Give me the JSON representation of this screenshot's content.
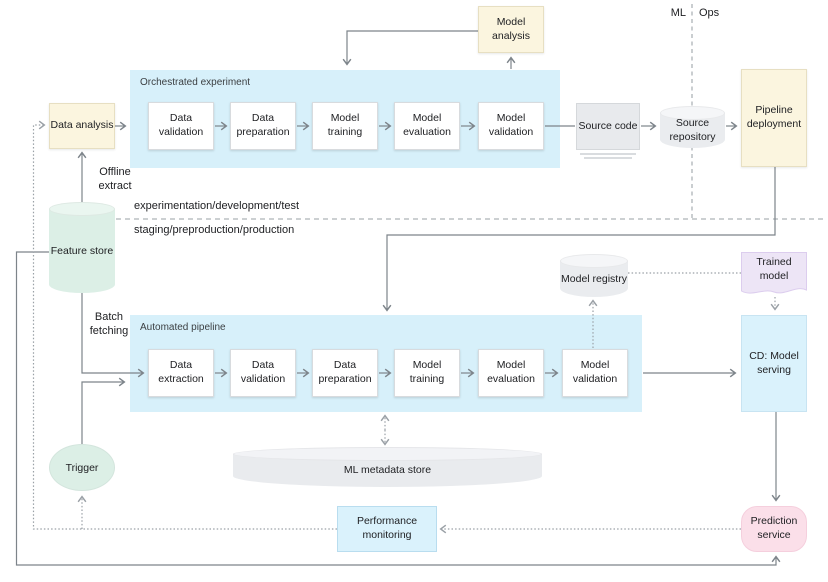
{
  "ml_ops": {
    "ml_label": "ML",
    "ops_label": "Ops"
  },
  "lanes": {
    "top": "experimentation/development/test",
    "bottom": "staging/preproduction/production"
  },
  "containers": {
    "orchestrated": {
      "label": "Orchestrated experiment",
      "steps": [
        "Data validation",
        "Data preparation",
        "Model training",
        "Model evaluation",
        "Model validation"
      ]
    },
    "automated": {
      "label": "Automated pipeline",
      "steps": [
        "Data extraction",
        "Data validation",
        "Data preparation",
        "Model training",
        "Model evaluation",
        "Model validation"
      ]
    }
  },
  "nodes": {
    "data_analysis": "Data analysis",
    "model_analysis": "Model analysis",
    "source_code": "Source code",
    "source_repository": "Source repository",
    "pipeline_deployment": "Pipeline deployment",
    "feature_store": "Feature store",
    "trigger": "Trigger",
    "model_registry": "Model registry",
    "trained_model": "Trained model",
    "cd_model_serving": "CD: Model serving",
    "ml_metadata_store": "ML metadata store",
    "performance_monitoring": "Performance monitoring",
    "prediction_service": "Prediction service"
  },
  "edge_labels": {
    "offline_extract": "Offline extract",
    "batch_fetching": "Batch fetching"
  },
  "colors": {
    "pipeline_container": "#d7f0fa",
    "step_box": "#ffffff",
    "analysis_yellow": "#fbf5df",
    "source_gray": "#e8eaed",
    "feature_green": "#dcefe6",
    "registry_gray": "#eaecef",
    "trained_purple": "#ede5f6",
    "serving_blue": "#daf2fc",
    "prediction_pink": "#fbdfe9",
    "solid_line": "#7d848a",
    "dotted_line": "#9aa0a6"
  }
}
